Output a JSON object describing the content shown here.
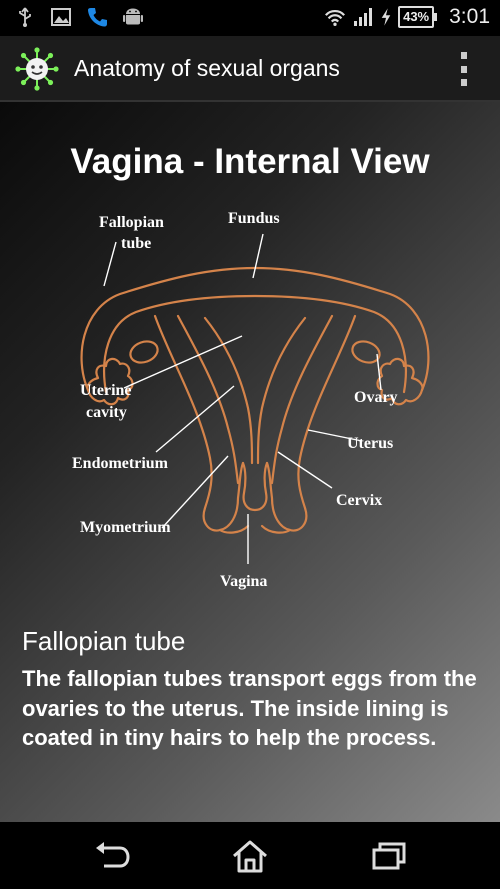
{
  "status_bar": {
    "battery_text": "43%",
    "time": "3:01"
  },
  "action_bar": {
    "title": "Anatomy of sexual organs"
  },
  "content": {
    "title": "Vagina - Internal View",
    "diagram_labels": {
      "fallopian_tube_line1": "Fallopian",
      "fallopian_tube_line2": "tube",
      "fundus": "Fundus",
      "uterine_cavity_line1": "Uterine",
      "uterine_cavity_line2": "cavity",
      "ovary": "Ovary",
      "uterus": "Uterus",
      "endometrium": "Endometrium",
      "cervix": "Cervix",
      "myometrium": "Myometrium",
      "vagina": "Vagina"
    },
    "section_title": "Fallopian tube",
    "section_body": "The fallopian tubes transport eggs from the ovaries to the uterus. The inside lining is coated in tiny hairs to help the process."
  },
  "colors": {
    "diagram_stroke": "#d4834a",
    "action_bar_bg": "#1c1c1c"
  }
}
